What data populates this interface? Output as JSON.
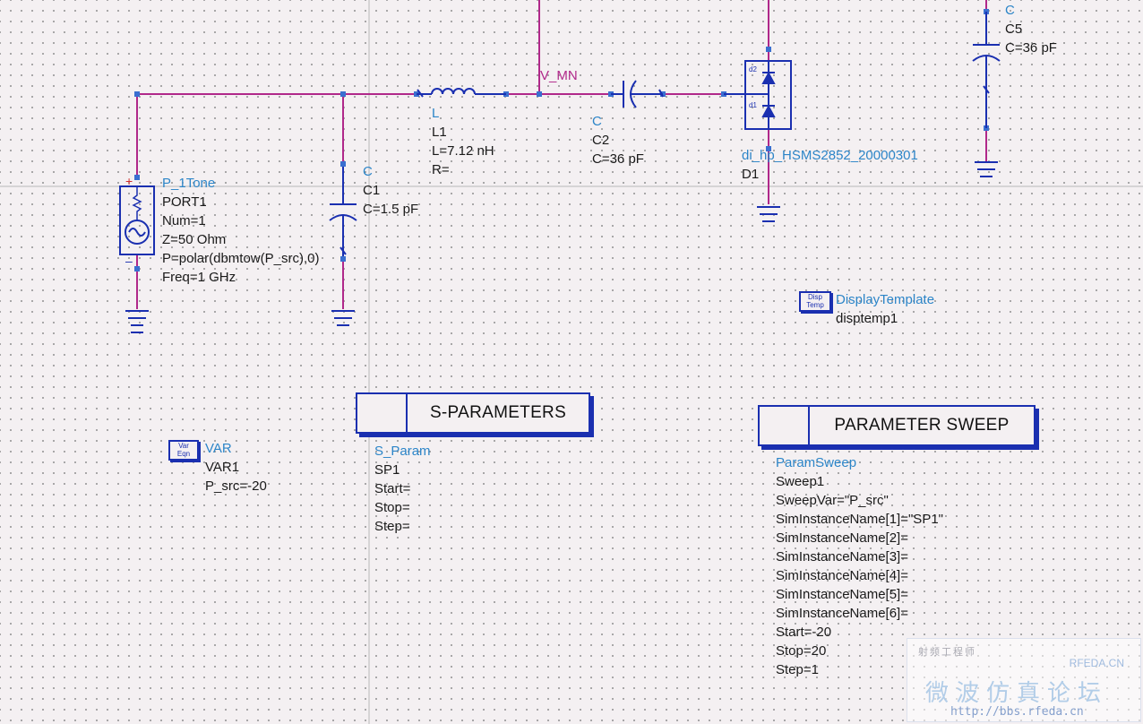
{
  "source": {
    "type_label": "P_1Tone",
    "name": "PORT1",
    "params": [
      "Num=1",
      "Z=50 Ohm",
      "P=polar(dbmtow(P_src),0)",
      "Freq=1 GHz"
    ]
  },
  "cap_c1": {
    "type_label": "C",
    "name": "C1",
    "params": [
      "C=1.5 pF"
    ]
  },
  "inductor_l1": {
    "type_label": "L",
    "name": "L1",
    "params": [
      "L=7.12 nH",
      "R="
    ]
  },
  "net_label": "V_MN",
  "cap_c2": {
    "type_label": "C",
    "name": "C2",
    "params": [
      "C=36 pF"
    ]
  },
  "diode_d1": {
    "type_label": "di_hp_HSMS2852_20000301",
    "name": "D1",
    "pin_labels": [
      "d2",
      "d1"
    ]
  },
  "cap_c5": {
    "type_label": "C",
    "name": "C5",
    "params": [
      "C=36 pF"
    ]
  },
  "display_template": {
    "icon_text": [
      "Disp",
      "Temp"
    ],
    "type_label": "DisplayTemplate",
    "name": "disptemp1"
  },
  "var_block": {
    "icon_text": [
      "Var",
      "Eqn"
    ],
    "type_label": "VAR",
    "name": "VAR1",
    "params": [
      "P_src=-20"
    ]
  },
  "s_params": {
    "title": "S-PARAMETERS",
    "type_label": "S_Param",
    "name": "SP1",
    "params": [
      "Start=",
      "Stop=",
      "Step="
    ]
  },
  "param_sweep": {
    "title": "PARAMETER SWEEP",
    "type_label": "ParamSweep",
    "name": "Sweep1",
    "params": [
      "SweepVar=\"P_src\"",
      "SimInstanceName[1]=\"SP1\"",
      "SimInstanceName[2]=",
      "SimInstanceName[3]=",
      "SimInstanceName[4]=",
      "SimInstanceName[5]=",
      "SimInstanceName[6]=",
      "Start=-20",
      "Stop=20",
      "Step=1"
    ]
  },
  "watermark": {
    "line1": "射频工程师",
    "line2": "RFEDA.CN",
    "line3": "微波仿真论坛",
    "url": "http://bbs.rfeda.cn"
  },
  "colors": {
    "wire": "#b0288a",
    "component": "#1a2fb0",
    "pin": "#3a6fd0",
    "label_blue": "#2c85c8",
    "net": "#b0288a"
  }
}
